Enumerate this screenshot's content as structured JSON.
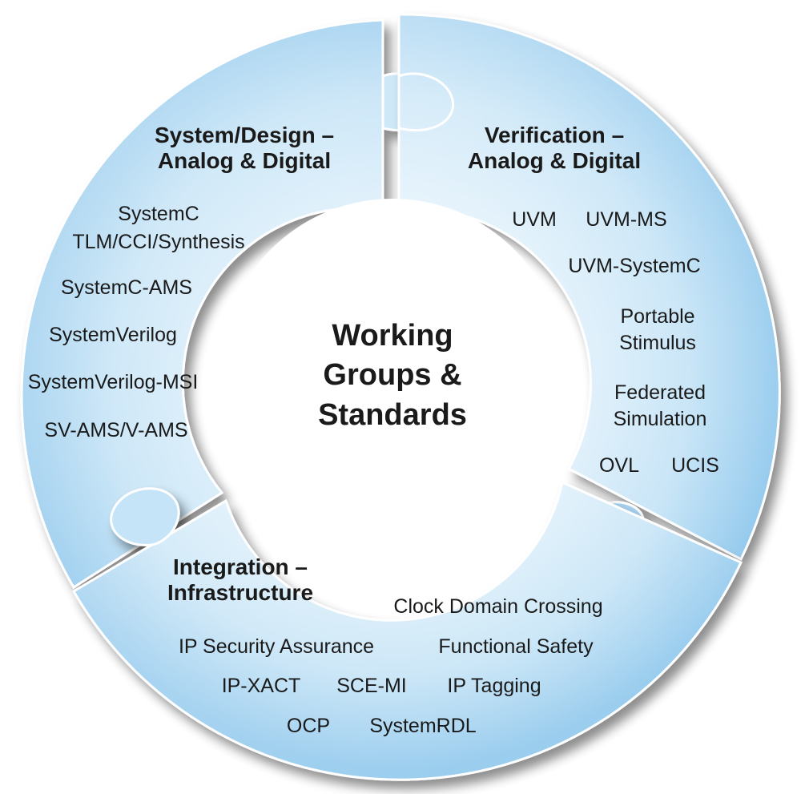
{
  "center_title": [
    "Working",
    "Groups &",
    "Standards"
  ],
  "system_design": {
    "header": [
      "System/Design –",
      "Analog & Digital"
    ],
    "items": [
      "SystemC",
      "TLM/CCI/Synthesis",
      "SystemC-AMS",
      "SystemVerilog",
      "SystemVerilog-MSI",
      "SV-AMS/V-AMS"
    ]
  },
  "verification": {
    "header": [
      "Verification –",
      "Analog & Digital"
    ],
    "items": [
      "UVM",
      "UVM-MS",
      "UVM-SystemC",
      "Portable",
      "Stimulus",
      "Federated",
      "Simulation",
      "OVL",
      "UCIS"
    ]
  },
  "integration": {
    "header": [
      "Integration –",
      "Infrastructure"
    ],
    "items": [
      "Clock Domain Crossing",
      "IP Security Assurance",
      "Functional Safety",
      "IP-XACT",
      "SCE-MI",
      "IP Tagging",
      "OCP",
      "SystemRDL"
    ]
  },
  "colors": {
    "segment_light": "#dff0fb",
    "segment_mid": "#b9ddf4",
    "segment_dark": "#8ec6ec",
    "shadow": "#9aa3ad",
    "text": "#1a1a1a"
  }
}
